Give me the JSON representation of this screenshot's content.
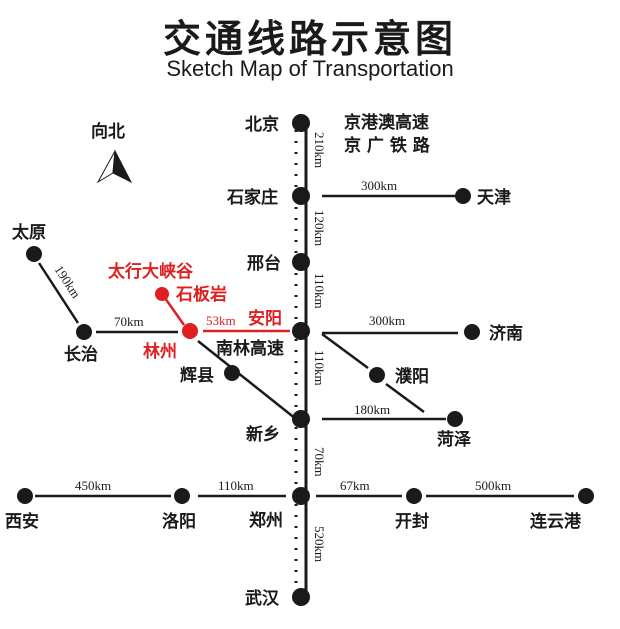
{
  "title": {
    "cn": "交通线路示意图",
    "en": "Sketch Map of Transportation"
  },
  "legend": {
    "highway": "京港澳高速",
    "railway": "京 广 铁 路",
    "north_label": "向北",
    "north_icon": "north-arrow-icon"
  },
  "colors": {
    "line": "#1a1a1a",
    "highlight": "#e02020"
  },
  "cities": {
    "beijing": "北京",
    "shijiazhuang": "石家庄",
    "xingtai": "邢台",
    "anyang": "安阳",
    "xinxiang": "新乡",
    "zhengzhou": "郑州",
    "wuhan": "武汉",
    "tianjin": "天津",
    "jinan": "济南",
    "puyang": "濮阳",
    "heze": "菏泽",
    "xian": "西安",
    "luoyang": "洛阳",
    "kaifeng": "开封",
    "lianyungang": "连云港",
    "taiyuan": "太原",
    "changzhi": "长治",
    "linzhou": "林州",
    "shibanyan": "石板岩",
    "taihang": "太行大峡谷",
    "huixian": "辉县",
    "nanlin": "南林高速"
  },
  "distances": {
    "beijing_shijiazhuang": "210km",
    "shijiazhuang_xingtai": "120km",
    "xingtai_anyang": "110km",
    "anyang_xinxiang": "110km",
    "xinxiang_zhengzhou": "70km",
    "zhengzhou_wuhan": "520km",
    "shijiazhuang_tianjin": "300km",
    "anyang_jinan": "300km",
    "xinxiang_heze": "180km",
    "xian_luoyang": "450km",
    "luoyang_zhengzhou": "110km",
    "zhengzhou_kaifeng": "67km",
    "kaifeng_lianyungang": "500km",
    "taiyuan_changzhi": "190km",
    "changzhi_linzhou": "70km",
    "linzhou_anyang": "53km"
  }
}
